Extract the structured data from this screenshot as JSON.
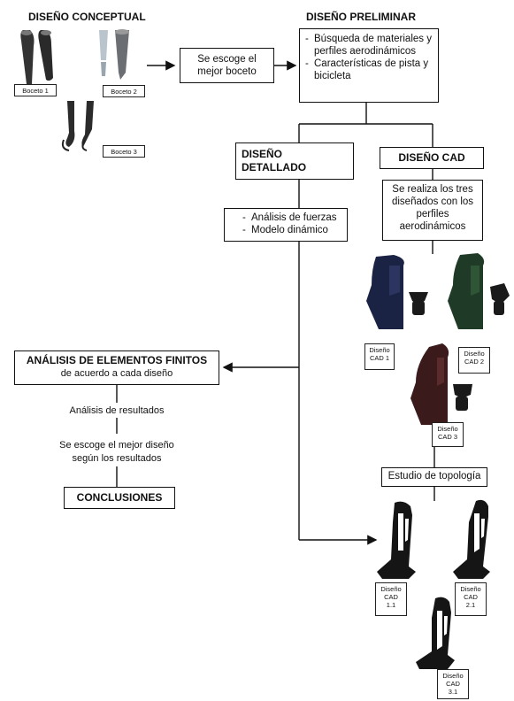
{
  "headings": {
    "conceptual": "DISEÑO CONCEPTUAL",
    "preliminar": "DISEÑO PRELIMINAR"
  },
  "sketches": {
    "boceto1": "Boceto 1",
    "boceto2": "Boceto 2",
    "boceto3": "Boceto 3"
  },
  "select_box": {
    "line1": "Se escoge el",
    "line2": "mejor boceto"
  },
  "preliminar_items": [
    "Búsqueda de materiales y perfiles aerodinámicos",
    "Características de pista y bicicleta"
  ],
  "detallado": {
    "line1": "DISEÑO",
    "line2": "DETALLADO"
  },
  "cad_title": "DISEÑO CAD",
  "cad_desc": {
    "line1": "Se realiza los tres",
    "line2": "diseñados con los",
    "line3": "perfiles",
    "line4": "aerodinámicos"
  },
  "detallado_items": [
    "Análisis de fuerzas",
    "Modelo dinámico"
  ],
  "cad_labels": {
    "cad1": {
      "a": "Diseño",
      "b": "CAD 1"
    },
    "cad2": {
      "a": "Diseño",
      "b": "CAD 2"
    },
    "cad3": {
      "a": "Diseño",
      "b": "CAD 3"
    }
  },
  "topologia": "Estudio de topología",
  "topo_labels": {
    "t11": {
      "a": "Diseño",
      "b": "CAD",
      "c": "1.1"
    },
    "t21": {
      "a": "Diseño",
      "b": "CAD",
      "c": "2.1"
    },
    "t31": {
      "a": "Diseño",
      "b": "CAD",
      "c": "3.1"
    }
  },
  "fea": {
    "title": "ANÁLISIS DE ELEMENTOS FINITOS",
    "subtitle": "de acuerdo a cada diseño"
  },
  "results": "Análisis de resultados",
  "best": {
    "line1": "Se escoge el mejor diseño",
    "line2": "según los resultados"
  },
  "conclusions": "CONCLUSIONES",
  "colors": {
    "line": "#111111",
    "part_dark": "#1a1a1a",
    "cad1_tint": "#1b2344",
    "cad2_tint": "#1f3a26",
    "cad3_tint": "#3a1a1a"
  }
}
